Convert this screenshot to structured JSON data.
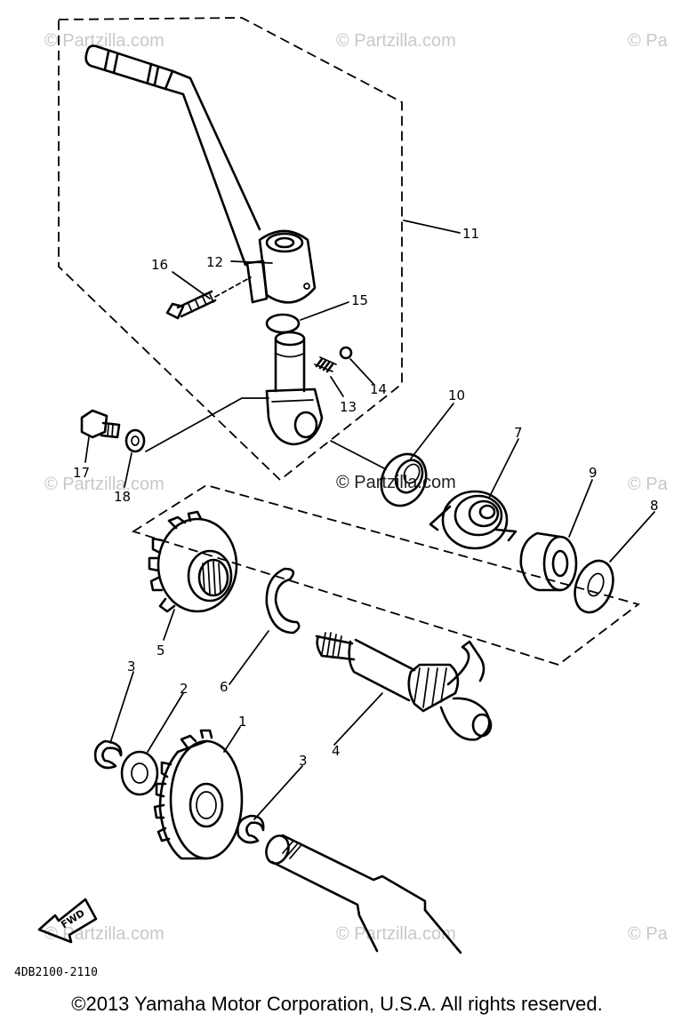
{
  "watermark": "© Partzilla.com",
  "watermark_partial": "© Pa",
  "callouts": {
    "c1": "1",
    "c2": "2",
    "c3a": "3",
    "c3b": "3",
    "c4": "4",
    "c5": "5",
    "c6": "6",
    "c7": "7",
    "c8": "8",
    "c9": "9",
    "c10": "10",
    "c11": "11",
    "c12": "12",
    "c13": "13",
    "c14": "14",
    "c15": "15",
    "c16": "16",
    "c17": "17",
    "c18": "18"
  },
  "fwd_label": "FWD",
  "diagram_code": "4DB2100-2110",
  "copyright": "©2013  Yamaha Motor Corporation, U.S.A. All rights reserved."
}
